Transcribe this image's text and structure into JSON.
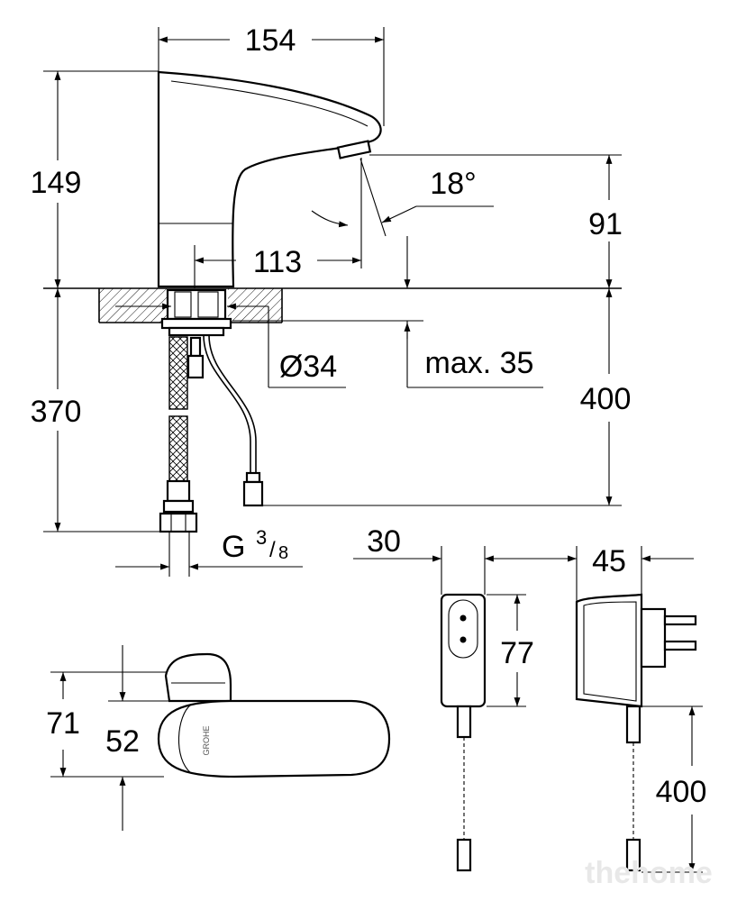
{
  "dimensions": {
    "width_154": "154",
    "height_149": "149",
    "reach_113": "113",
    "angle_18": "18°",
    "spout_91": "91",
    "dia_34": "Ø34",
    "max_35": "max. 35",
    "hose_370": "370",
    "cable_400": "400",
    "thread_g": "G",
    "thread_num": "3",
    "thread_den": "8",
    "adapter_30": "30",
    "adapter_45": "45",
    "adapter_77": "77",
    "adapter_cable_400": "400",
    "top_71": "71",
    "top_52": "52"
  },
  "logo": {
    "brand": "GROHE"
  },
  "watermark": {
    "text": "thehome"
  }
}
